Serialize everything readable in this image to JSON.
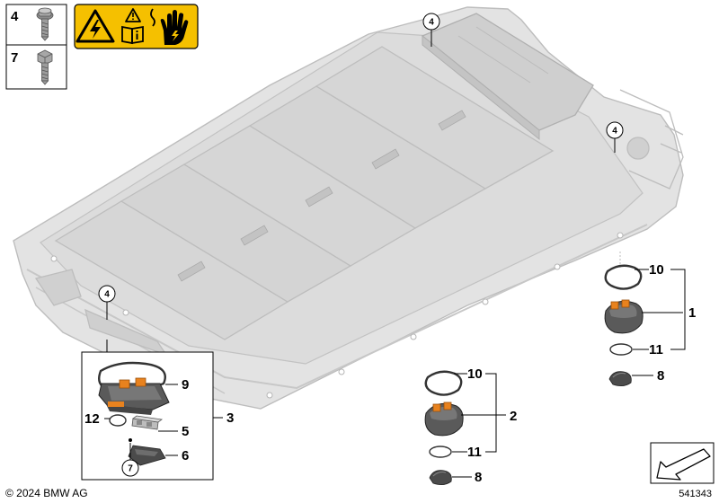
{
  "legend_parts": [
    {
      "number": "4"
    },
    {
      "number": "7"
    }
  ],
  "callouts": {
    "top_center": "4",
    "right_mid": "4",
    "left": "4",
    "bottom_left": "7"
  },
  "part_labels": {
    "p1": "1",
    "p2": "2",
    "p3": "3",
    "p5": "5",
    "p6": "6",
    "p8a": "8",
    "p8b": "8",
    "p9": "9",
    "p10a": "10",
    "p10b": "10",
    "p11a": "11",
    "p11b": "11",
    "p12": "12"
  },
  "footer": {
    "copyright": "© 2024 BMW AG",
    "diagram_id": "541343"
  },
  "colors": {
    "warning_yellow": "#f5c000",
    "housing_dark": "#555555",
    "accent_orange": "#e8821e",
    "battery_gray": "#d9d9d9"
  }
}
